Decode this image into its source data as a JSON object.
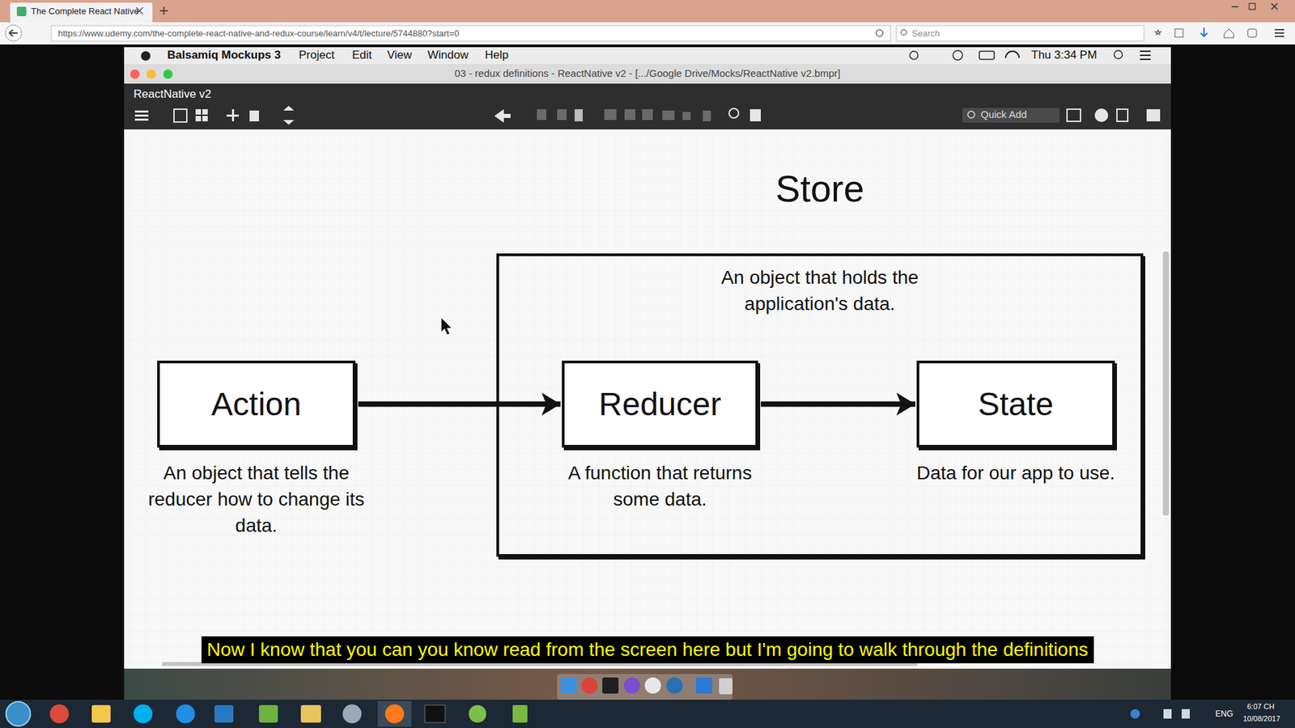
{
  "diagram": {
    "nodes": [
      {
        "text": [
          "Action",
          "An object that tells the reducer how to change its data."
        ]
      },
      {
        "text": [
          "Store",
          "An object that holds the application's data."
        ]
      },
      {
        "text": [
          "Reducer",
          "A function that returns some data."
        ],
        "in": 1
      },
      {
        "text": [
          "State",
          "Data for our app to use."
        ],
        "in": 1
      }
    ],
    "edges": [
      {
        "from": 0,
        "to": 2,
        "arrow": "to"
      },
      {
        "from": 2,
        "to": 3,
        "arrow": "to"
      }
    ],
    "labels": [
      "The Complete React Native",
      "https://www.udemy.com/the-complete-react-native-and-redux-course/learn/v4/t/lecture/5744880?start=0",
      "Search",
      "Balsamiq Mockups 3",
      "Project",
      "Edit",
      "View",
      "Window",
      "Help",
      "Thu 3:34 PM",
      "03 - redux definitions - ReactNative v2 - [.../Google Drive/Mocks/ReactNative v2.bmpr]",
      "ReactNative v2",
      "Quick Add",
      "Now I know that you can you know read from the screen here but I'm going to walk through the definitions",
      "ENG",
      "6:07 CH",
      "10/08/2017"
    ]
  }
}
